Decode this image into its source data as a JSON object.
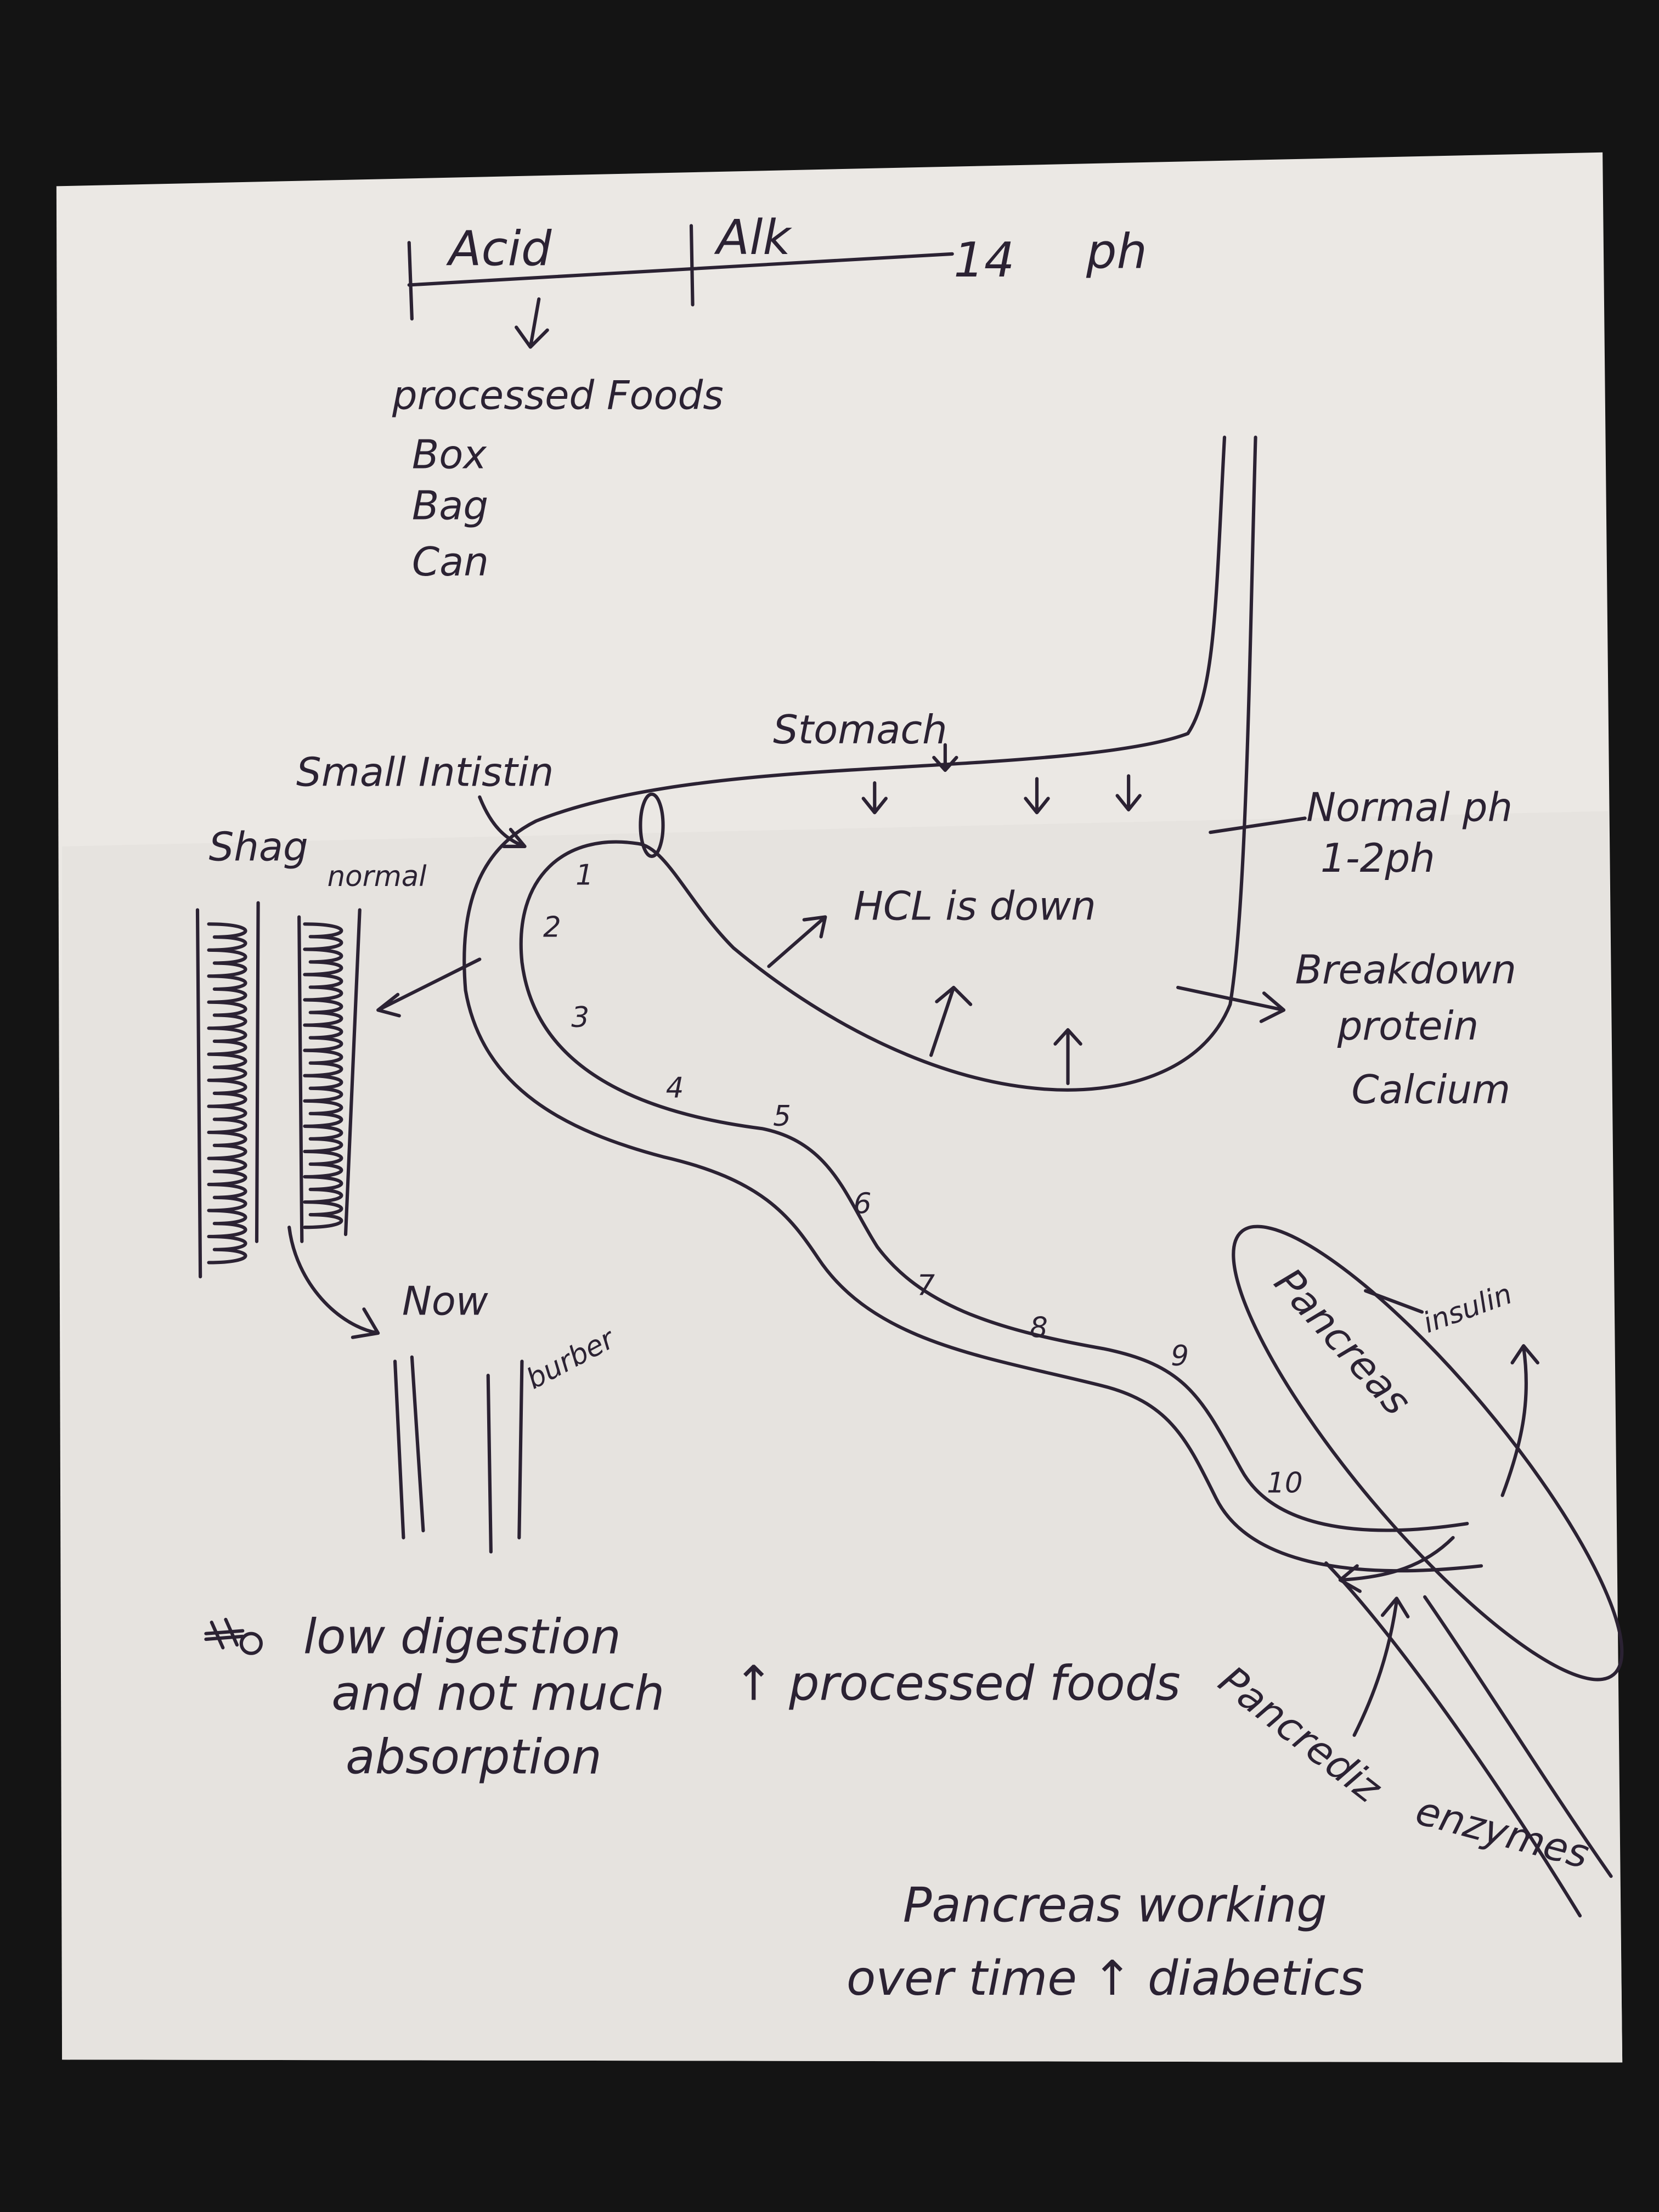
{
  "ph_scale": {
    "acid": "Acid",
    "alk": "Alk",
    "max": "14",
    "unit": "ph"
  },
  "processed": {
    "title": "processed Foods",
    "items": [
      "Box",
      "Bag",
      "Can"
    ]
  },
  "stomach": {
    "label": "Stomach",
    "small_intestine": "Small Intistin",
    "normal_ph": "Normal ph",
    "normal_ph_range": "1-2ph",
    "hcl": "HCL is down",
    "breakdown": [
      "Breakdown",
      "protein",
      "Calcium"
    ]
  },
  "villi": {
    "shag": "Shag",
    "normal": "normal",
    "now": "Now",
    "burber": "burber"
  },
  "segments": [
    "1",
    "2",
    "3",
    "4",
    "5",
    "6",
    "7",
    "8",
    "9",
    "10"
  ],
  "pancreas": {
    "label": "Pancreas",
    "insulin": "insulin",
    "enzymes_1": "Pancrediz",
    "enzymes_2": "enzymes"
  },
  "notes": {
    "line1": "low digestion",
    "line2": "and not much",
    "line3": "absorption",
    "processed": "↑ processed foods",
    "pancreas_1": "Pancreas working",
    "pancreas_2": "over time ↑ diabetics"
  }
}
